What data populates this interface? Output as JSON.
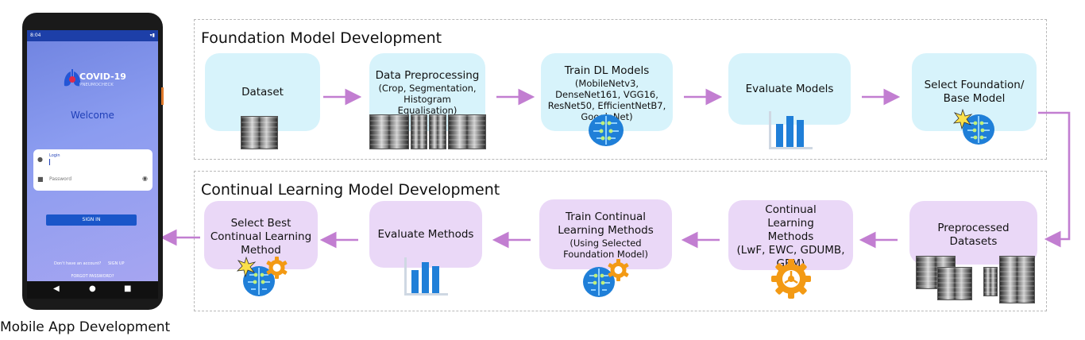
{
  "foundation": {
    "title": "Foundation Model Development",
    "steps": [
      {
        "title": "Dataset",
        "sub": ""
      },
      {
        "title": "Data Preprocessing",
        "sub": "(Crop, Segmentation, Histogram Equalisation)"
      },
      {
        "title": "Train DL Models",
        "sub": "(MobileNetv3, DenseNet161, VGG16, ResNet50, EfficientNetB7, GoogleNet)"
      },
      {
        "title": "Evaluate Models",
        "sub": ""
      },
      {
        "title": "Select Foundation/ Base Model",
        "sub": ""
      }
    ]
  },
  "continual": {
    "title": "Continual Learning Model Development",
    "steps": [
      {
        "title": "Preprocessed Datasets",
        "sub": ""
      },
      {
        "title": "Continual Learning Methods",
        "sub": "(LwF, EWC, GDUMB, GEM)"
      },
      {
        "title": "Train Continual Learning Methods",
        "sub": "(Using Selected Foundation Model)"
      },
      {
        "title": "Evaluate Methods",
        "sub": ""
      },
      {
        "title": "Select Best Continual Learning Method",
        "sub": ""
      }
    ]
  },
  "mobile": {
    "caption": "Mobile App Development",
    "status_time": "8:04",
    "app_name": "COVID-19",
    "app_sub": "PNEUMOCHECK",
    "welcome": "Welcome",
    "login_label": "Login",
    "password_placeholder": "Password",
    "signin": "SIGN IN",
    "no_account": "Don't have an account?",
    "signup": "SIGN UP",
    "forgot": "FORGOT PASSWORD?"
  },
  "colors": {
    "blue_box": "#d7f3fb",
    "purple_box": "#ead8f7",
    "arrow": "#c27ed1",
    "bar": "#1f7fd8",
    "gear": "#f39a14"
  }
}
